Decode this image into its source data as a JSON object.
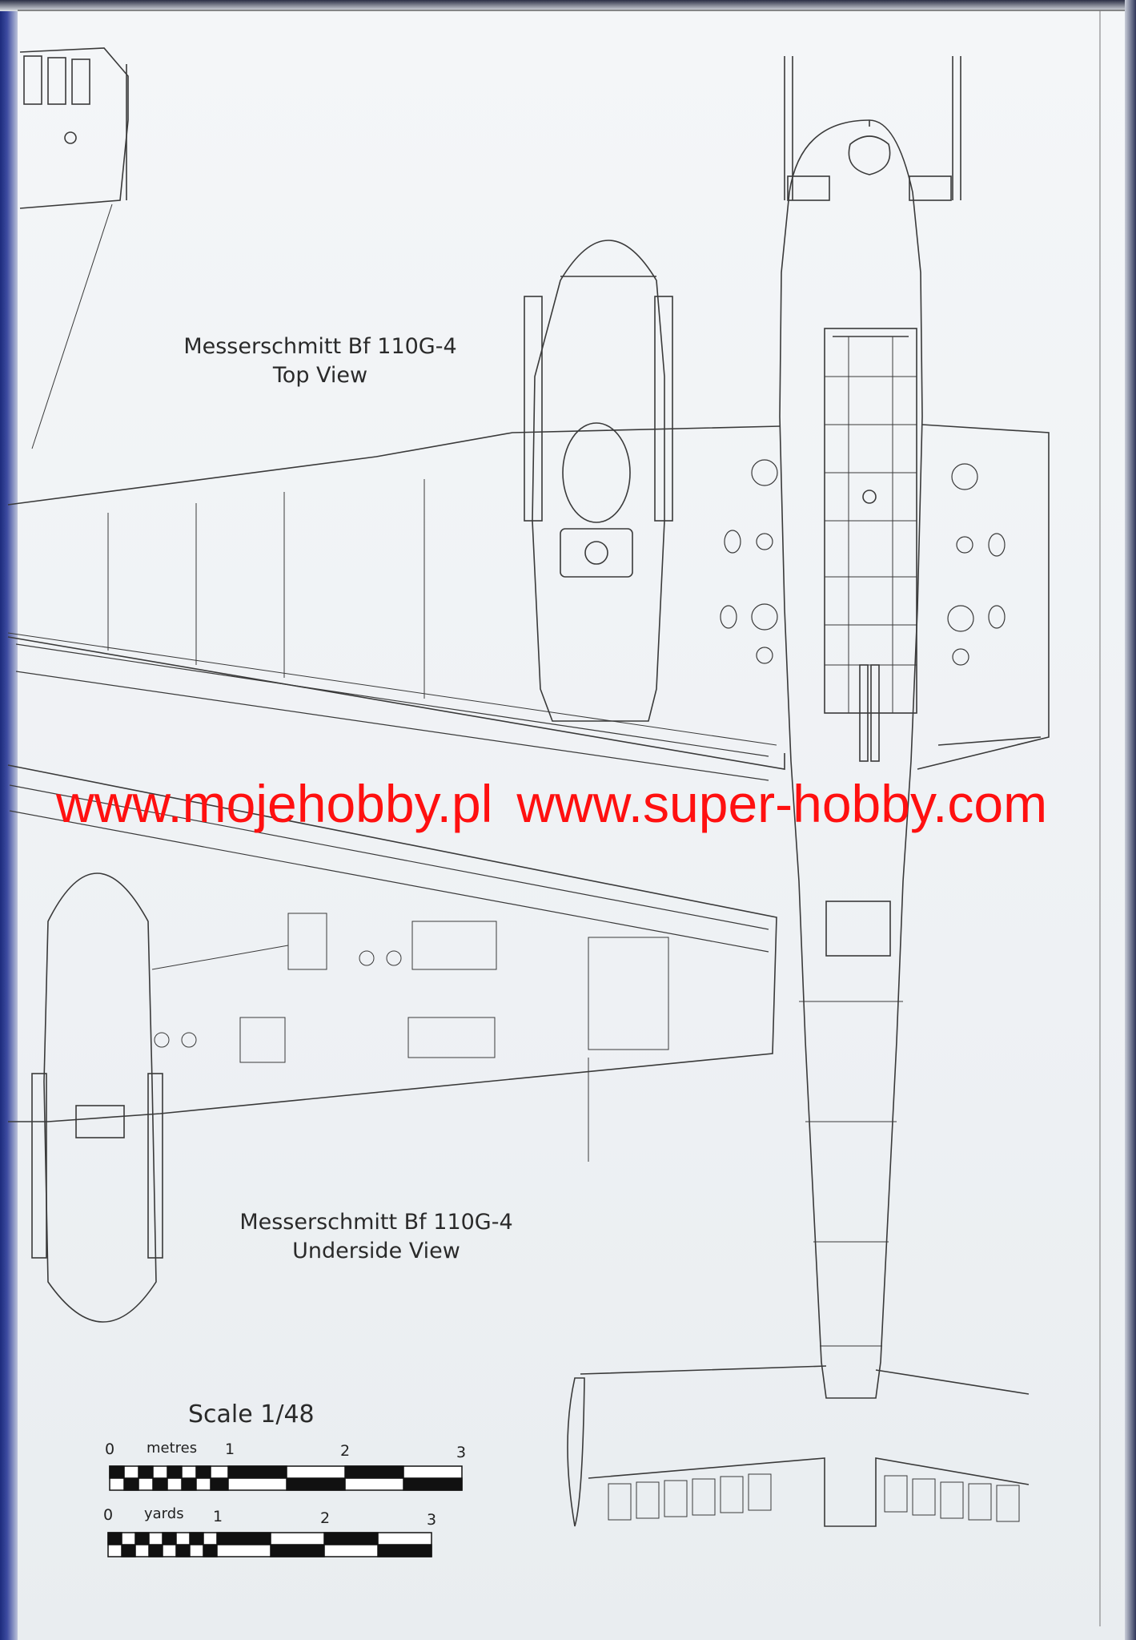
{
  "top_view": {
    "line1": "Messerschmitt Bf 110G-4",
    "line2": "Top  View"
  },
  "underside_view": {
    "line1": "Messerschmitt Bf 110G-4",
    "line2": "Underside View"
  },
  "scale": {
    "title": "Scale 1/48",
    "metres_label": "metres",
    "metres_ticks": [
      "0",
      "1",
      "2",
      "3"
    ],
    "yards_label": "yards",
    "yards_ticks": [
      "0",
      "1",
      "2",
      "3"
    ]
  },
  "watermark": {
    "site1": "www.mojehobby.pl",
    "site2": "www.super-hobby.com",
    "color": "#ff1010"
  },
  "colors": {
    "line": "#3a3a3a",
    "paper": "#f1f3f6"
  }
}
